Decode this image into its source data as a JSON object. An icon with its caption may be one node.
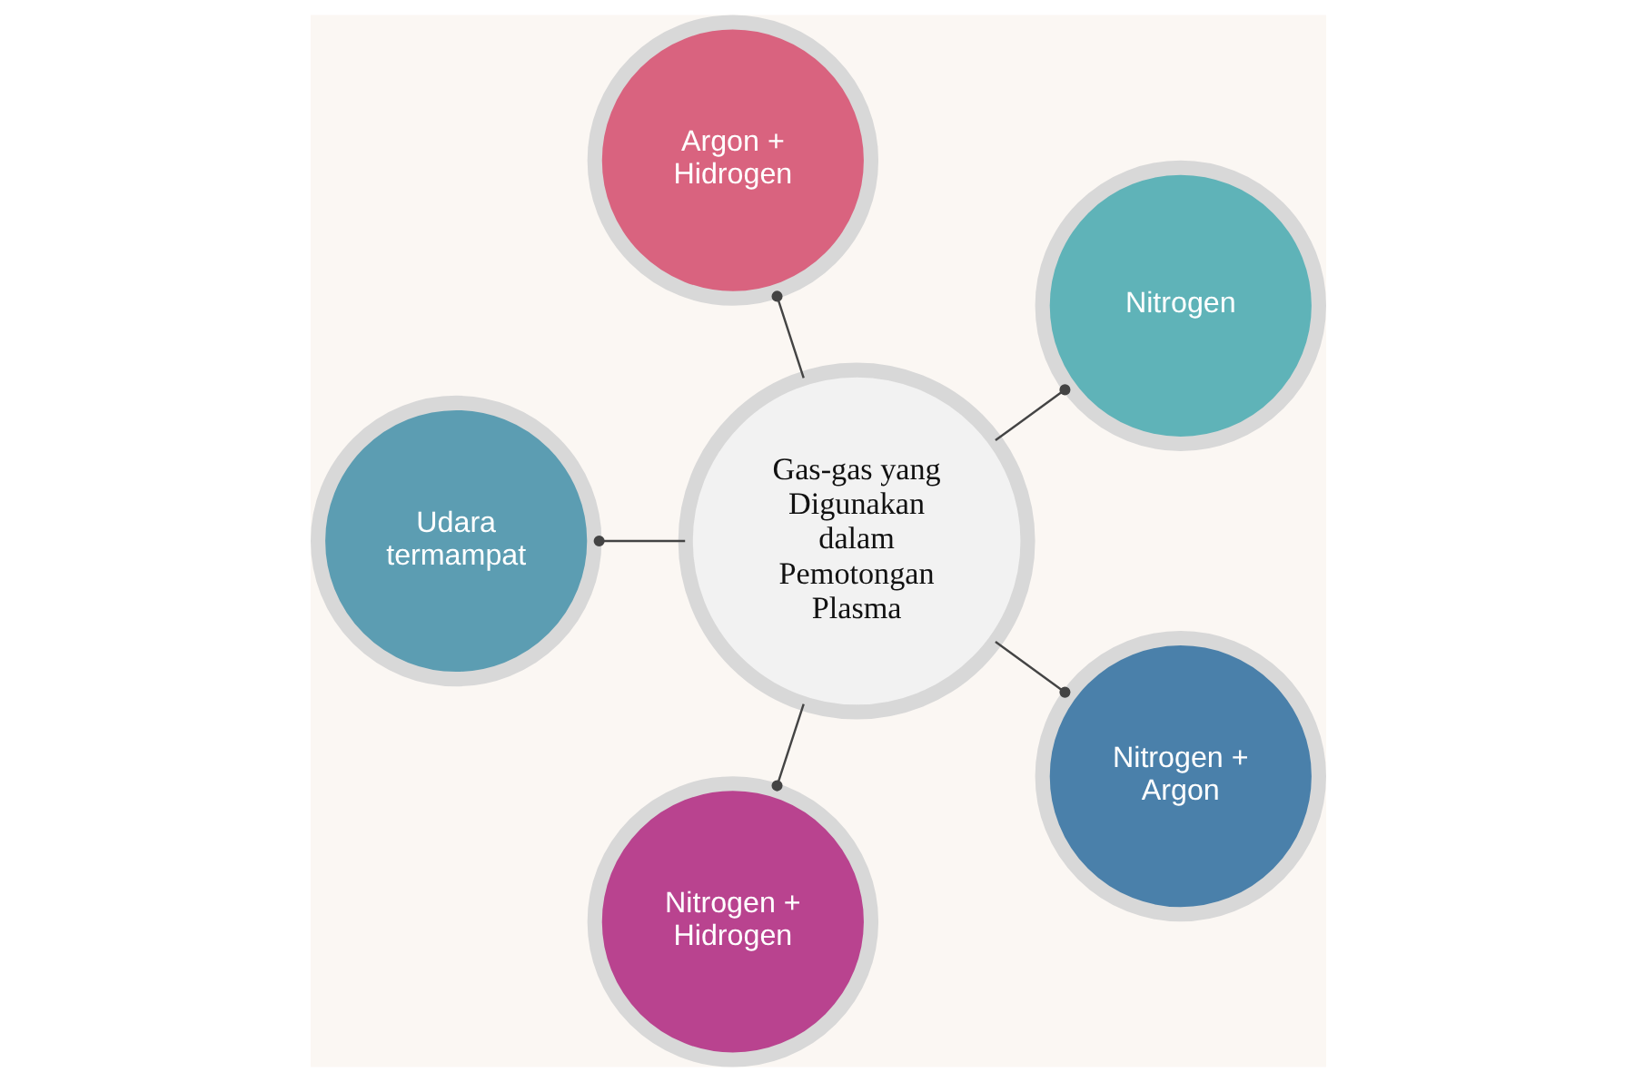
{
  "diagram": {
    "nodes": [
      {
        "text": [
          "Nitrogen"
        ]
      },
      {
        "text": [
          "Argon + Hidrogen"
        ]
      },
      {
        "text": [
          "Udara termampat"
        ]
      },
      {
        "text": [
          "Nitrogen + Hidrogen"
        ]
      },
      {
        "text": [
          "Gas-gas yang Digunakan dalam Pemotongan Plasma"
        ]
      },
      {
        "text": [
          "Nitrogen + Argon"
        ]
      }
    ],
    "edges": [
      {
        "from": 4,
        "to": 0,
        "arrow": "other"
      },
      {
        "from": 4,
        "to": 1,
        "arrow": "other"
      },
      {
        "from": 4,
        "to": 2,
        "arrow": "other"
      },
      {
        "from": 4,
        "to": 3,
        "arrow": "other"
      },
      {
        "from": 4,
        "to": 5,
        "arrow": "other"
      }
    ]
  }
}
